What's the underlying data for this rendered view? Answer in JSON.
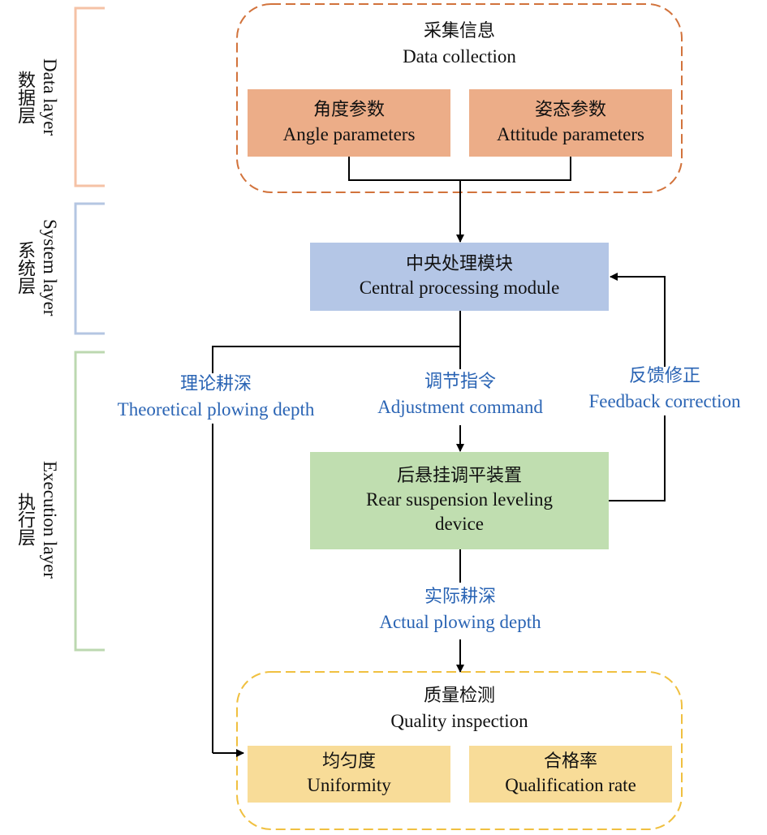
{
  "layers": [
    {
      "id": "data",
      "cn": "数据层",
      "en": "Data  layer",
      "color": "#f5c2a6"
    },
    {
      "id": "system",
      "cn": "系统层",
      "en": "System  layer",
      "color": "#b4c6e2"
    },
    {
      "id": "execution",
      "cn": "执行层",
      "en": "Execution  layer",
      "color": "#bcd8b0"
    }
  ],
  "groups": {
    "data_collection": {
      "cn": "采集信息",
      "en": "Data  collection",
      "color": "#d2733c"
    },
    "quality_inspection": {
      "cn": "质量检测",
      "en": "Quality  inspection",
      "color": "#f0c040"
    }
  },
  "boxes": {
    "angle": {
      "cn": "角度参数",
      "en": "Angle  parameters",
      "fill": "#ecad88"
    },
    "attitude": {
      "cn": "姿态参数",
      "en": "Attitude  parameters",
      "fill": "#ecad88"
    },
    "central": {
      "cn": "中央处理模块",
      "en": "Central  processing  module",
      "fill": "#b4c6e6"
    },
    "rear": {
      "cn": "后悬挂调平装置",
      "en1": "Rear  suspension  leveling",
      "en2": "device",
      "fill": "#c0deb0"
    },
    "uniformity": {
      "cn": "均匀度",
      "en": "Uniformity",
      "fill": "#f8dc98"
    },
    "qualification": {
      "cn": "合格率",
      "en": "Qualification  rate",
      "fill": "#f8dc98"
    }
  },
  "edge_labels": {
    "theoretical": {
      "cn": "理论耕深",
      "en": "Theoretical  plowing  depth"
    },
    "adjustment": {
      "cn": "调节指令",
      "en": "Adjustment  command"
    },
    "feedback": {
      "cn": "反馈修正",
      "en": "Feedback  correction"
    },
    "actual": {
      "cn": "实际耕深",
      "en": "Actual  plowing  depth"
    }
  },
  "colors": {
    "label_blue": "#2a64b4",
    "line": "#000000"
  }
}
